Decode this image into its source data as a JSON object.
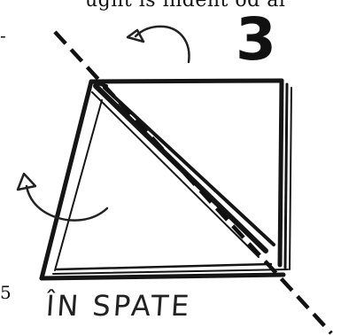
{
  "diagram": {
    "top_text_fragment": "ught is indent od al",
    "left_margin_top": "-",
    "left_margin_bottom": "5",
    "step_number": "3",
    "caption": "ÎN SPATE"
  },
  "colors": {
    "ink": "#111111",
    "paper": "#ffffff",
    "arrow": "#222222"
  },
  "icons": {
    "fold_arrow_top": "curved-arrow-left-icon",
    "fold_arrow_left": "curved-arrow-up-icon"
  }
}
